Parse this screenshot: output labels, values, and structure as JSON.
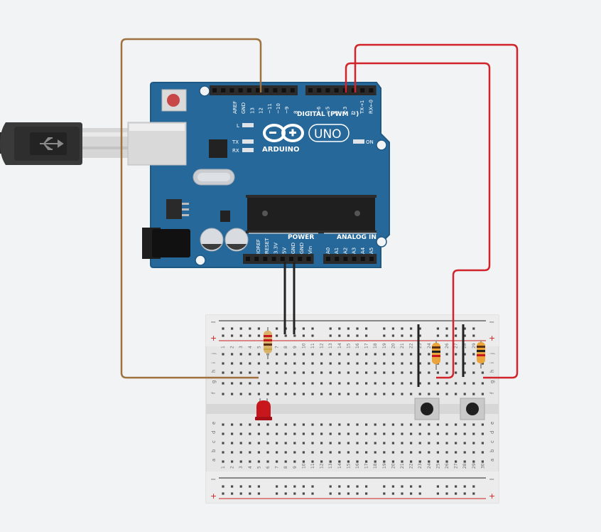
{
  "board": {
    "digital_header": "DIGITAL (PWM ~)",
    "power_header": "POWER",
    "analog_header": "ANALOG IN",
    "brand": "ARDUINO",
    "model": "UNO",
    "led_l": "L",
    "led_tx": "TX",
    "led_rx": "RX",
    "led_on": "ON",
    "pins_left": [
      "AREF",
      "GND",
      "13",
      "12",
      "~11",
      "~10",
      "~9",
      "8"
    ],
    "pins_right": [
      "7",
      "~6",
      "~5",
      "4",
      "~3",
      "2",
      "TX→1",
      "RX←0"
    ],
    "pins_power": [
      "IOREF",
      "RESET",
      "3.3V",
      "5V",
      "GND",
      "GND",
      "Vin"
    ],
    "pins_analog": [
      "A0",
      "A1",
      "A2",
      "A3",
      "A4",
      "A5"
    ]
  },
  "breadboard": {
    "row_letters_top": [
      "j",
      "i",
      "h",
      "g",
      "f"
    ],
    "row_letters_bottom": [
      "e",
      "d",
      "c",
      "b",
      "a"
    ],
    "rail_minus": "−",
    "rail_plus": "+",
    "columns": [
      "1",
      "2",
      "3",
      "4",
      "5",
      "6",
      "7",
      "8",
      "9",
      "10",
      "11",
      "12",
      "13",
      "14",
      "15",
      "16",
      "17",
      "18",
      "19",
      "20",
      "21",
      "22",
      "23",
      "24",
      "25",
      "26",
      "27",
      "28",
      "29",
      "30"
    ]
  },
  "colors": {
    "canvas": "#f1f3f4",
    "board": "#26689a",
    "wire_brown": "#a0713f",
    "wire_red": "#d2232a",
    "wire_black": "#222222",
    "led_red": "#c8161d"
  },
  "icons": {
    "usb": "usb-icon"
  }
}
